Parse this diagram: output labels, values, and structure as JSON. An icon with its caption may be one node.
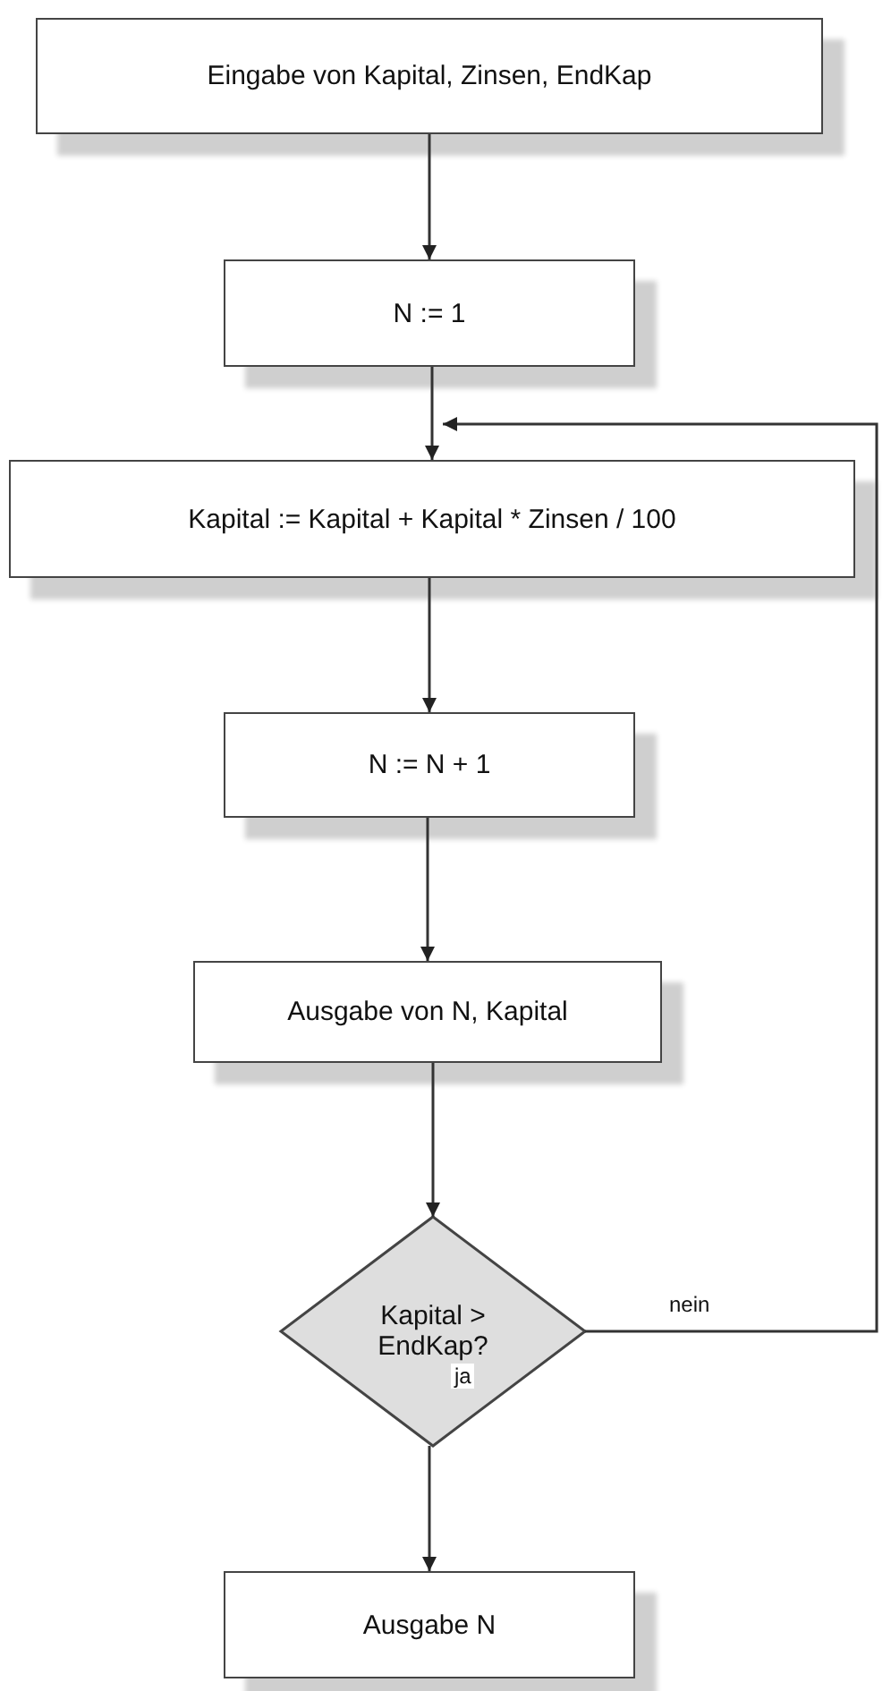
{
  "diagram": {
    "nodes": [
      {
        "text": [
          "Eingabe von Kapital, Zinsen, EndKap"
        ]
      },
      {
        "text": [
          "N := 1"
        ]
      },
      {
        "text": [
          "Kapital := Kapital + Kapital * Zinsen / 100"
        ]
      },
      {
        "text": [
          "N := N + 1"
        ]
      },
      {
        "text": [
          "Ausgabe von N, Kapital"
        ]
      },
      {
        "text": [
          "Kapital > EndKap?"
        ]
      },
      {
        "text": [
          "Ausgabe N"
        ]
      }
    ],
    "edges": [
      {
        "from": 0,
        "to": 1,
        "arrow": "to"
      },
      {
        "from": 1,
        "to": 2,
        "arrow": "to"
      },
      {
        "from": 2,
        "to": 3,
        "arrow": "to"
      },
      {
        "from": 3,
        "to": 4,
        "arrow": "to"
      },
      {
        "from": 4,
        "to": 5,
        "arrow": "to"
      },
      {
        "from": 5,
        "to": 2,
        "arrow": "to",
        "label": "nein"
      },
      {
        "from": 5,
        "to": 6,
        "arrow": "to",
        "label": "ja"
      }
    ]
  }
}
